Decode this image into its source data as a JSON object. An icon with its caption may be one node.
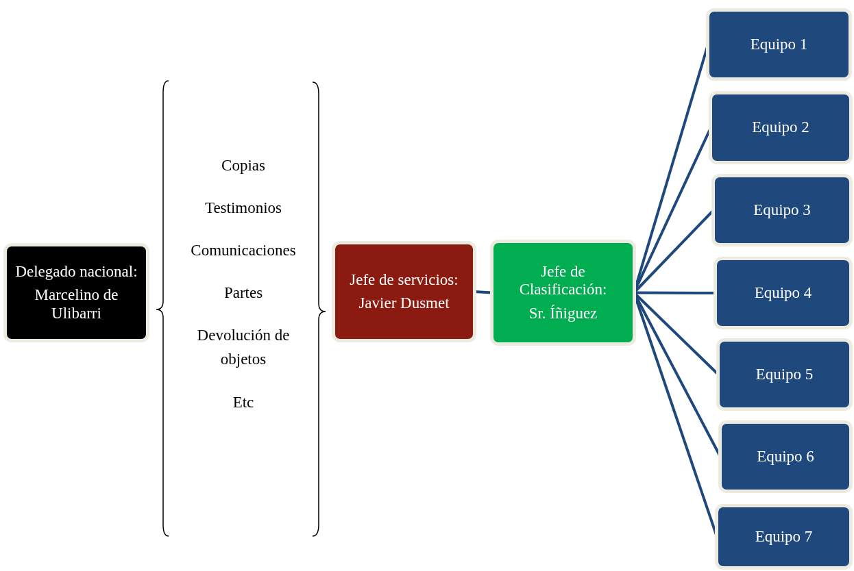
{
  "diagram": {
    "nodes": [
      {
        "text": [
          "Delegado nacional:",
          "Marcelino de Ulibarri"
        ]
      },
      {
        "text": [
          "Jefe de servicios:",
          "Javier Dusmet"
        ]
      },
      {
        "text": [
          "Jefe de Clasificación:",
          "Sr. Íñiguez"
        ]
      },
      {
        "text": [
          "Equipo 1"
        ]
      },
      {
        "text": [
          "Equipo 2"
        ]
      },
      {
        "text": [
          "Equipo 3"
        ]
      },
      {
        "text": [
          "Equipo 4"
        ]
      },
      {
        "text": [
          "Equipo 5"
        ]
      },
      {
        "text": [
          "Equipo 6"
        ]
      },
      {
        "text": [
          "Equipo 7"
        ]
      }
    ],
    "edges": [
      {
        "from": 1,
        "to": 2,
        "arrow": "none"
      },
      {
        "from": 2,
        "to": 3,
        "arrow": "none"
      },
      {
        "from": 2,
        "to": 4,
        "arrow": "none"
      },
      {
        "from": 2,
        "to": 5,
        "arrow": "none"
      },
      {
        "from": 2,
        "to": 6,
        "arrow": "none"
      },
      {
        "from": 2,
        "to": 7,
        "arrow": "none"
      },
      {
        "from": 2,
        "to": 8,
        "arrow": "none"
      },
      {
        "from": 2,
        "to": 9,
        "arrow": "none"
      }
    ],
    "labels": [
      "Copias",
      "Testimonios",
      "Comunicaciones",
      "Partes",
      "Devolución de objetos",
      "Etc"
    ]
  }
}
